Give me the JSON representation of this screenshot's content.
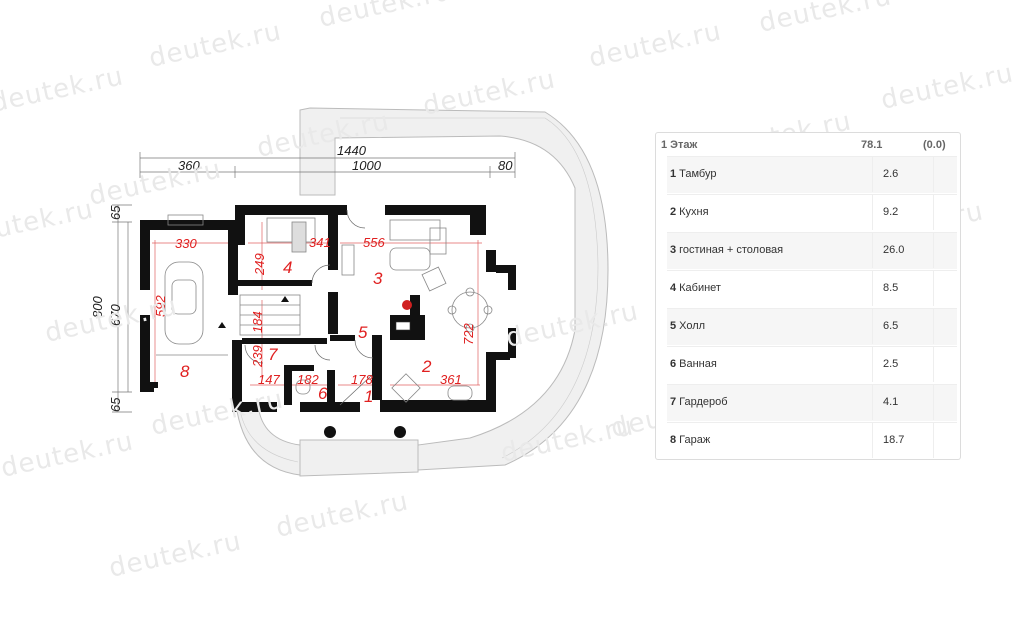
{
  "watermark": "deutek.ru",
  "floor_table": {
    "title": "1 Этаж",
    "total_area": "78.1",
    "extra_area": "(0.0)",
    "rooms": [
      {
        "num": "1",
        "name": "Тамбур",
        "area": "2.6"
      },
      {
        "num": "2",
        "name": "Кухня",
        "area": "9.2"
      },
      {
        "num": "3",
        "name": "гостиная + столовая",
        "area": "26.0"
      },
      {
        "num": "4",
        "name": "Кабинет",
        "area": "8.5"
      },
      {
        "num": "5",
        "name": "Холл",
        "area": "6.5"
      },
      {
        "num": "6",
        "name": "Ванная",
        "area": "2.5"
      },
      {
        "num": "7",
        "name": "Гардероб",
        "area": "4.1"
      },
      {
        "num": "8",
        "name": "Гараж",
        "area": "18.7"
      }
    ]
  },
  "plan": {
    "overall_dims": {
      "top_total": "1440",
      "left_span": "360",
      "mid_span": "1000",
      "right_span": "80",
      "height_total": "800",
      "height_mid": "670",
      "height_top": "65",
      "height_bottom": "65"
    },
    "room_dims": {
      "garage_width": "330",
      "garage_length": "592",
      "study_width": "341",
      "study_length": "249",
      "living_width": "556",
      "living_height": "722",
      "stair_length": "184",
      "wardrobe_length": "239",
      "wardrobe_width": "147",
      "bath_width": "182",
      "vestibule_width": "178",
      "kitchen_width": "361"
    },
    "room_labels": [
      "1",
      "2",
      "3",
      "4",
      "5",
      "6",
      "7",
      "8"
    ]
  }
}
